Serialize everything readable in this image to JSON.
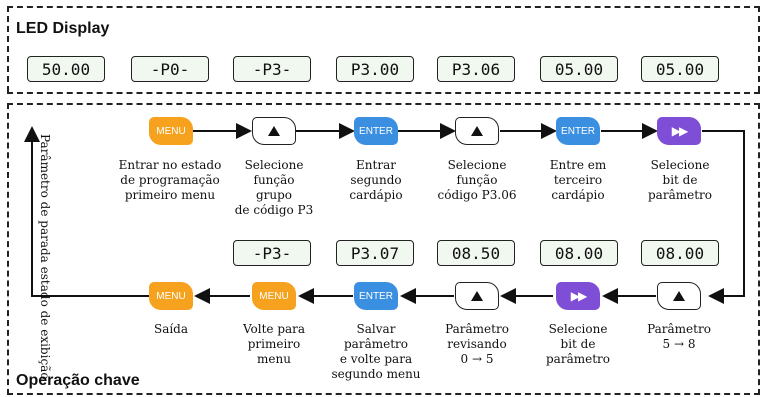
{
  "led_section": {
    "title": "LED Display"
  },
  "key_section": {
    "title": "Operação chave"
  },
  "led_values": [
    "50.00",
    "-P0-",
    "-P3-",
    "P3.00",
    "P3.06",
    "05.00",
    "05.00"
  ],
  "row1": {
    "keys": [
      {
        "type": "menu",
        "label": "MENU"
      },
      {
        "type": "up",
        "label": ""
      },
      {
        "type": "enter",
        "label": "ENTER"
      },
      {
        "type": "up",
        "label": ""
      },
      {
        "type": "enter",
        "label": "ENTER"
      },
      {
        "type": "shift",
        "label": ""
      }
    ],
    "captions": [
      [
        "Entrar no estado",
        "de programação",
        "primeiro menu"
      ],
      [
        "Selecione",
        "função",
        "grupo",
        "de código P3"
      ],
      [
        "Entrar",
        "segundo",
        "cardápio"
      ],
      [
        "Selecione",
        "função",
        "código P3.06"
      ],
      [
        "Entre em",
        "terceiro",
        "cardápio"
      ],
      [
        "Selecione",
        "bit de",
        "parâmetro"
      ]
    ]
  },
  "row2": {
    "displays": [
      "-P3-",
      "P3.07",
      "08.50",
      "08.00",
      "08.00"
    ],
    "keys": [
      {
        "type": "menu",
        "label": "MENU"
      },
      {
        "type": "menu",
        "label": "MENU"
      },
      {
        "type": "enter",
        "label": "ENTER"
      },
      {
        "type": "up",
        "label": ""
      },
      {
        "type": "shift",
        "label": ""
      },
      {
        "type": "up",
        "label": ""
      }
    ],
    "captions": [
      [
        "Saída"
      ],
      [
        "Volte para",
        "primeiro",
        "menu"
      ],
      [
        "Salvar",
        "parâmetro",
        "e volte para",
        "segundo menu"
      ],
      [
        "Parâmetro",
        "revisando",
        "0 → 5"
      ],
      [
        "Selecione",
        "bit de",
        "parâmetro"
      ],
      [
        "Parâmetro",
        "5 → 8"
      ]
    ]
  },
  "side_text": [
    "Parâmetro de parada",
    "estado de exibição"
  ]
}
